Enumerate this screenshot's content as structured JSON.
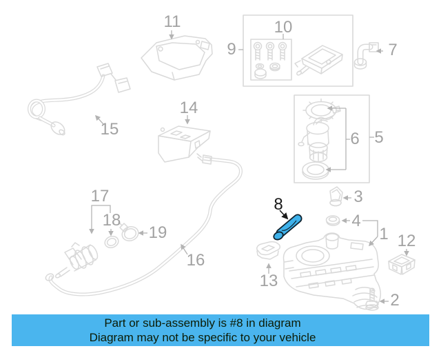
{
  "banner": {
    "line1": "Part or sub-assembly is #8 in diagram",
    "line2": "Diagram may not be specific to your vehicle"
  },
  "diagram": {
    "description": "exploded parts diagram",
    "highlighted_part_label": "8"
  },
  "labels": {
    "p1": "1",
    "p2": "2",
    "p3": "3",
    "p4": "4",
    "p5": "5",
    "p6": "6",
    "p7": "7",
    "p8": "8",
    "p9": "9",
    "p10": "10",
    "p11": "11",
    "p12": "12",
    "p13": "13",
    "p14": "14",
    "p15": "15",
    "p16": "16",
    "p17": "17",
    "p18": "18",
    "p19": "19"
  },
  "colors": {
    "line": "#d9d9d9",
    "label": "#a2a2a2",
    "arrow": "#b3b3b3",
    "dark": "#1a1a1a",
    "accent": "#3eb1ea",
    "accent_outline": "#0f222e",
    "banner_bg": "#4ab5ee",
    "banner_text": "#0c1c06"
  }
}
